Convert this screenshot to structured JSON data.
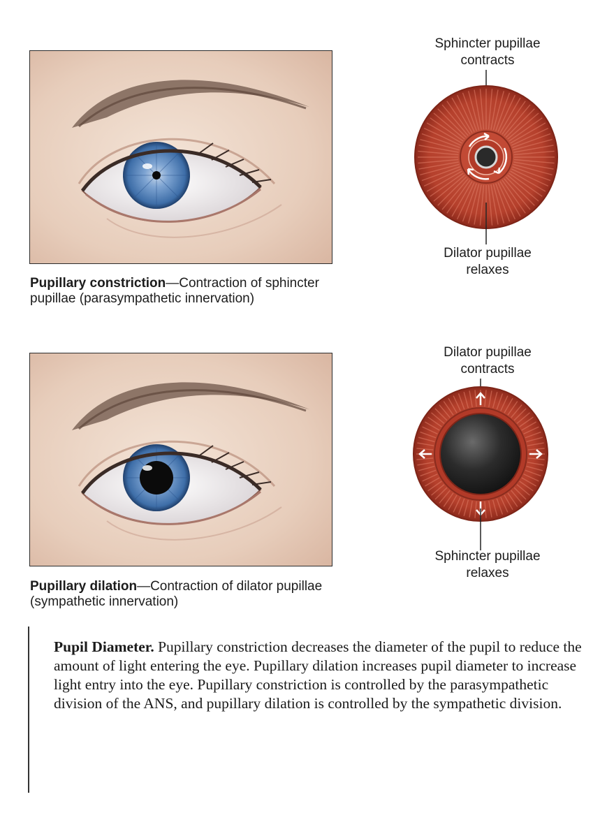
{
  "constriction": {
    "caption_title": "Pupillary constriction",
    "caption_text": "—Contraction of sphincter pupillae (parasympathetic innervation)",
    "callout_top_line1": "Sphincter pupillae",
    "callout_top_line2": "contracts",
    "callout_bottom_line1": "Dilator pupillae",
    "callout_bottom_line2": "relaxes"
  },
  "dilation": {
    "caption_title": "Pupillary dilation",
    "caption_text": "—Contraction of dilator pupillae (sympathetic innervation)",
    "callout_top_line1": "Dilator pupillae",
    "callout_top_line2": "contracts",
    "callout_bottom_line1": "Sphincter pupillae",
    "callout_bottom_line2": "relaxes"
  },
  "description": {
    "title": "Pupil Diameter.",
    "text": " Pupillary constriction decreases the diameter of the pupil to reduce the amount of light entering the eye. Pupillary dilation increases pupil diameter to increase light entry into the eye. Pupillary constriction is controlled by the parasympathetic division of the ANS, and pupillary dilation is controlled by the sympathetic division."
  },
  "colors": {
    "iris_muscle": "#b5402c",
    "iris_dark": "#7e2518",
    "eye_iris": "#4a7bb5",
    "skin": "#ead6c7"
  },
  "icons": [
    "eye-illustration",
    "iris-muscle-diagram",
    "arrow-icon"
  ]
}
